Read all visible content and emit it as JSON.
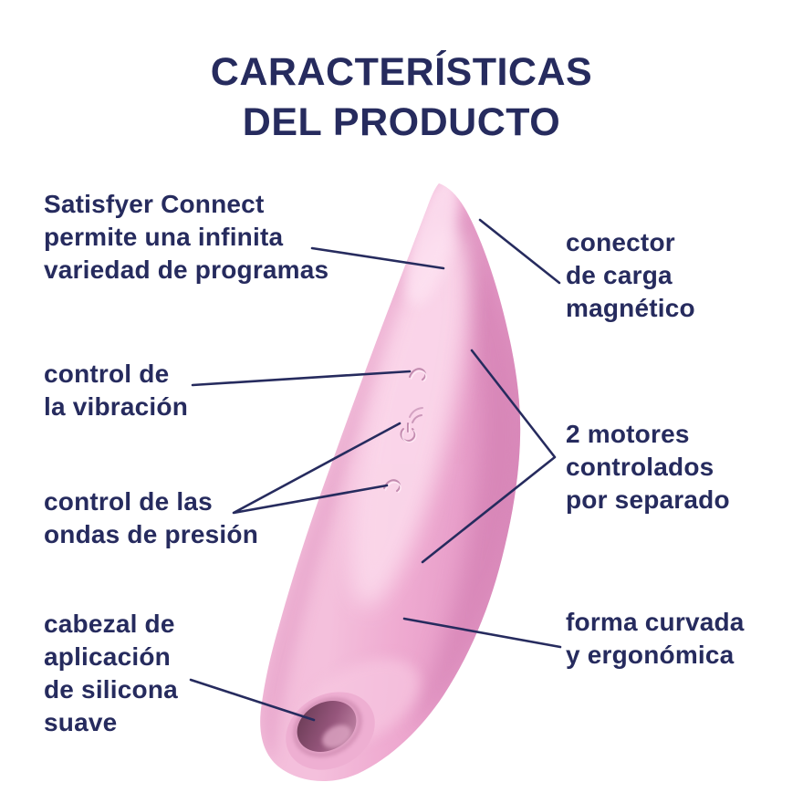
{
  "title": {
    "line1": "CARACTERÍSTICAS",
    "line2": "DEL PRODUCTO"
  },
  "callouts": [
    {
      "id": "satisfyer-connect-feature",
      "lines": [
        "Satisfyer Connect",
        "permite una infinita",
        "variedad de programas"
      ]
    },
    {
      "id": "vibration-control-feature",
      "lines": [
        "control de",
        "la vibración"
      ]
    },
    {
      "id": "pressure-wave-control-feature",
      "lines": [
        "control de las",
        "ondas de presión"
      ]
    },
    {
      "id": "silicone-head-feature",
      "lines": [
        "cabezal de",
        "aplicación",
        "de silicona",
        "suave"
      ]
    },
    {
      "id": "magnetic-charger-feature",
      "lines": [
        "conector",
        "de carga",
        "magnético"
      ]
    },
    {
      "id": "two-motors-feature",
      "lines": [
        "2 motores",
        "controlados",
        "por separado"
      ]
    },
    {
      "id": "ergonomic-shape-feature",
      "lines": [
        "forma curvada",
        "y ergonómica"
      ]
    }
  ],
  "product": {
    "device_icons": [
      "vibration-wave-icon",
      "power-icon",
      "pressure-wave-icon"
    ]
  },
  "colors": {
    "text_navy": "#262b5e",
    "leader_line_navy": "#262b5e",
    "product_pink": "#f0aed2",
    "product_highlight_pink": "#fbd9eb",
    "product_shadow_pink": "#dd8fbf",
    "opening_dark_mauve": "#6b3c55",
    "background": "#ffffff"
  }
}
